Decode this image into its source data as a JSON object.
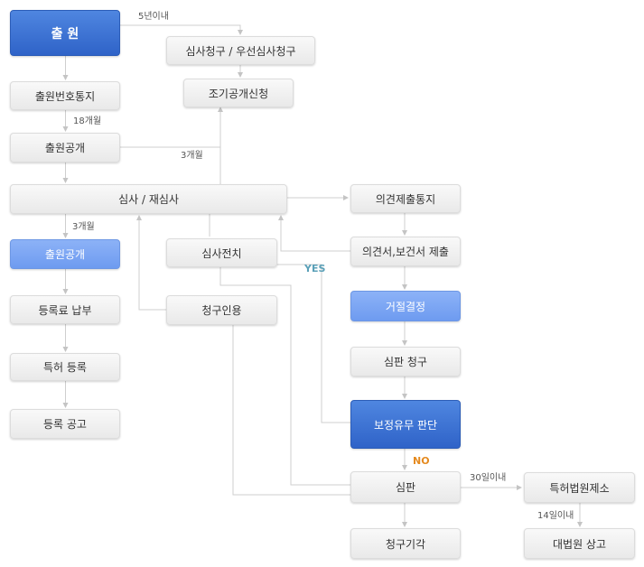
{
  "nodes": {
    "filing": "출 원",
    "filing_number_notice": "출원번호통지",
    "filing_publication": "출원공개",
    "examination": "심사 / 재심사",
    "filing_publication_2": "출원공개",
    "registration_fee": "등록료 납부",
    "patent_registration": "특허 등록",
    "registration_publication": "등록 공고",
    "exam_request": "심사청구 / 우선심사청구",
    "early_publication": "조기공개신청",
    "pre_trial_exam": "심사전치",
    "claim_citation": "청구인용",
    "opinion_notice": "의견제출통지",
    "opinion_submission": "의견서,보건서 제출",
    "rejection": "거절결정",
    "trial_request": "심판 청구",
    "amendment_check": "보정유무 판단",
    "trial": "심판",
    "claim_dismissal": "청구기각",
    "patent_court": "특허법원제소",
    "supreme_court": "대법원 상고"
  },
  "labels": {
    "within_5_years": "5년이내",
    "months_18": "18개월",
    "months_3_a": "3개월",
    "months_3_b": "3개월",
    "yes": "YES",
    "no": "NO",
    "within_30_days": "30일이내",
    "within_14_days": "14일이내"
  },
  "colors": {
    "primary_dark": "#2f63c8",
    "primary_light": "#6e9bf0",
    "box_gray": "#eeeeee",
    "connector": "#cccccc",
    "yes_label": "#5aa0b8",
    "no_label": "#e58a1f"
  }
}
